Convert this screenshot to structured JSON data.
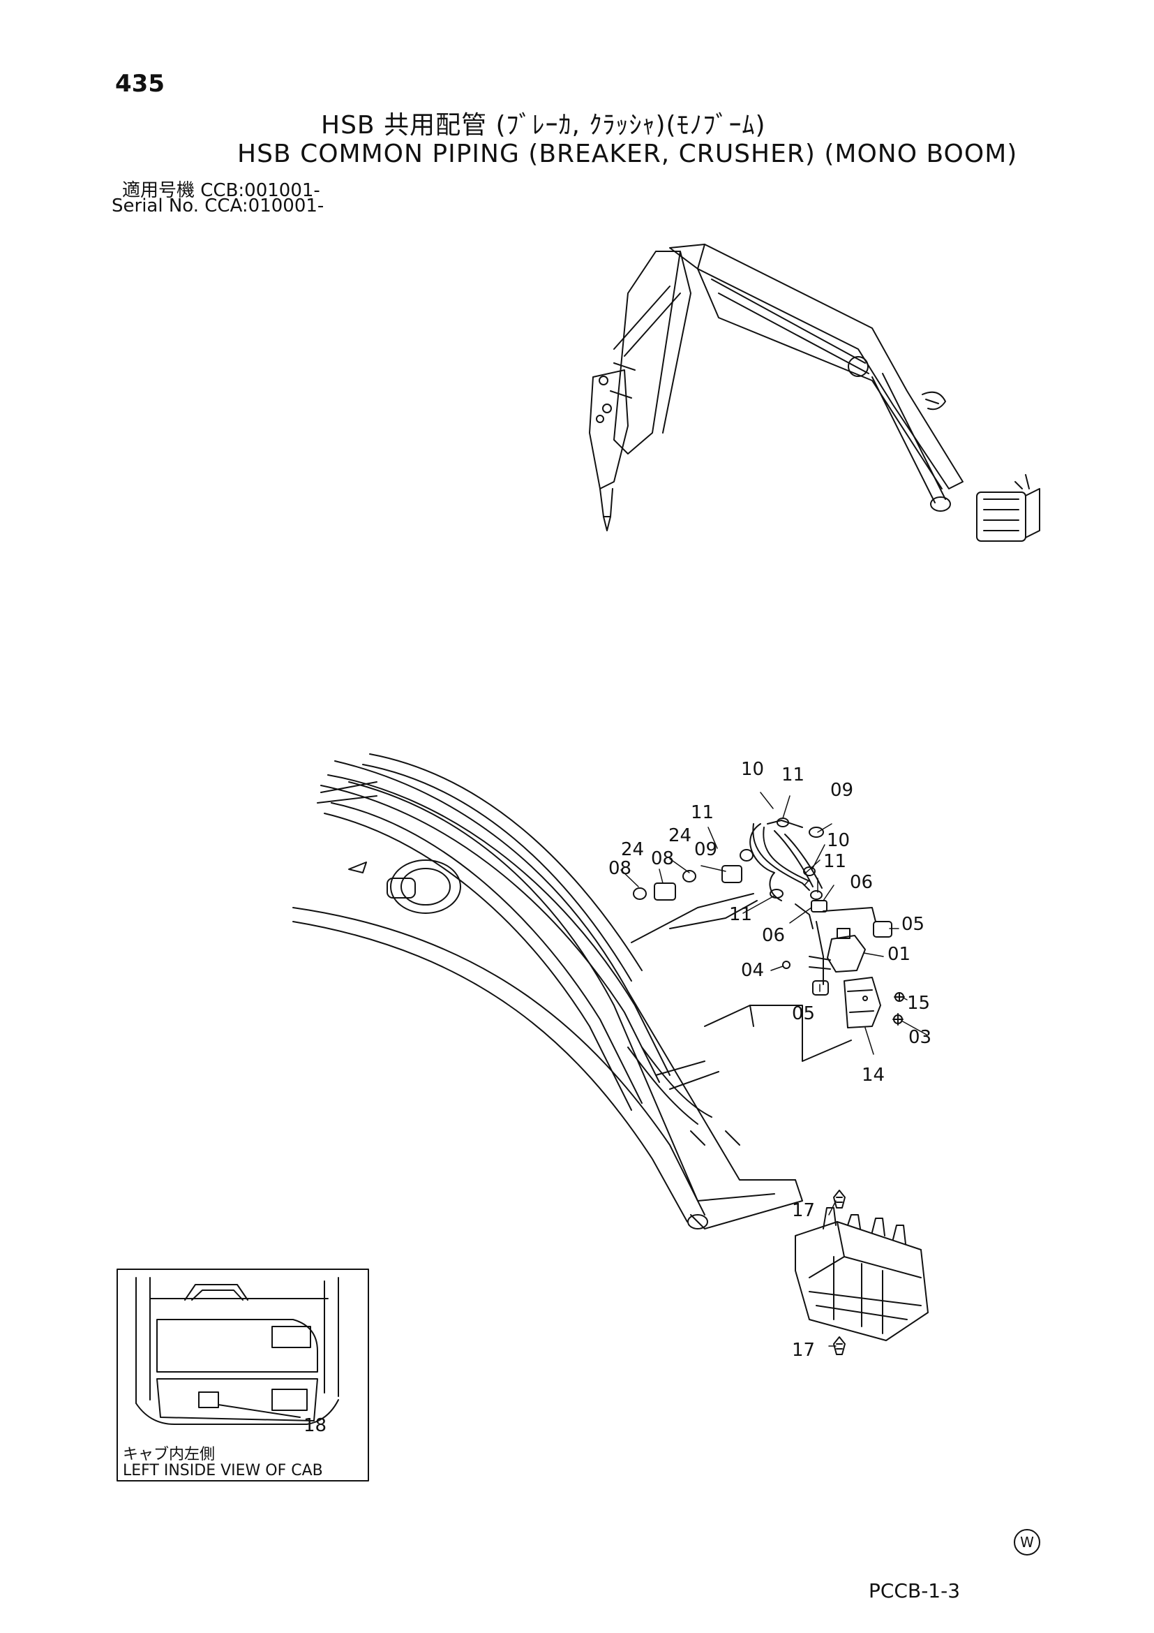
{
  "page": {
    "number": "435",
    "title_jp": "HSB 共用配管 (ﾌﾞﾚｰｶ, ｸﾗｯｼｬ)(ﾓﾉﾌﾞｰﾑ)",
    "title_en": "HSB COMMON PIPING (BREAKER, CRUSHER) (MONO BOOM)",
    "serial_jp": "適用号機  CCB:001001-",
    "serial_en": "Serial No. CCA:010001-",
    "doc_code": "PCCB-1-3",
    "mark": "W"
  },
  "callouts": {
    "c01": "01",
    "c03": "03",
    "c04": "04",
    "c05a": "05",
    "c05b": "05",
    "c06a": "06",
    "c06b": "06",
    "c08a": "08",
    "c08b": "08",
    "c09a": "09",
    "c09b": "09",
    "c10a": "10",
    "c10b": "10",
    "c11a": "11",
    "c11b": "11",
    "c11c": "11",
    "c11d": "11",
    "c14": "14",
    "c15": "15",
    "c17a": "17",
    "c17b": "17",
    "c18": "18",
    "c24a": "24",
    "c24b": "24"
  },
  "inset": {
    "label_jp": "キャブ内左側",
    "label_en": "LEFT INSIDE VIEW OF CAB"
  }
}
